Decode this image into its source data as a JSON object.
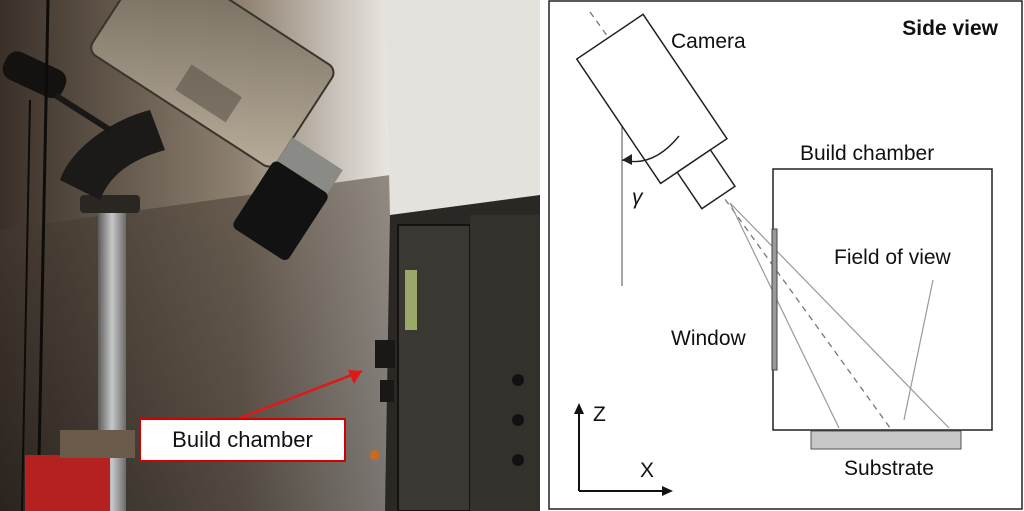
{
  "photo": {
    "callout_label": "Build chamber"
  },
  "diagram": {
    "title": "Side view",
    "camera_label": "Camera",
    "angle_label": "γ",
    "build_chamber_label": "Build chamber",
    "field_of_view_label": "Field of view",
    "window_label": "Window",
    "substrate_label": "Substrate",
    "axis_z_label": "Z",
    "axis_x_label": "X"
  }
}
